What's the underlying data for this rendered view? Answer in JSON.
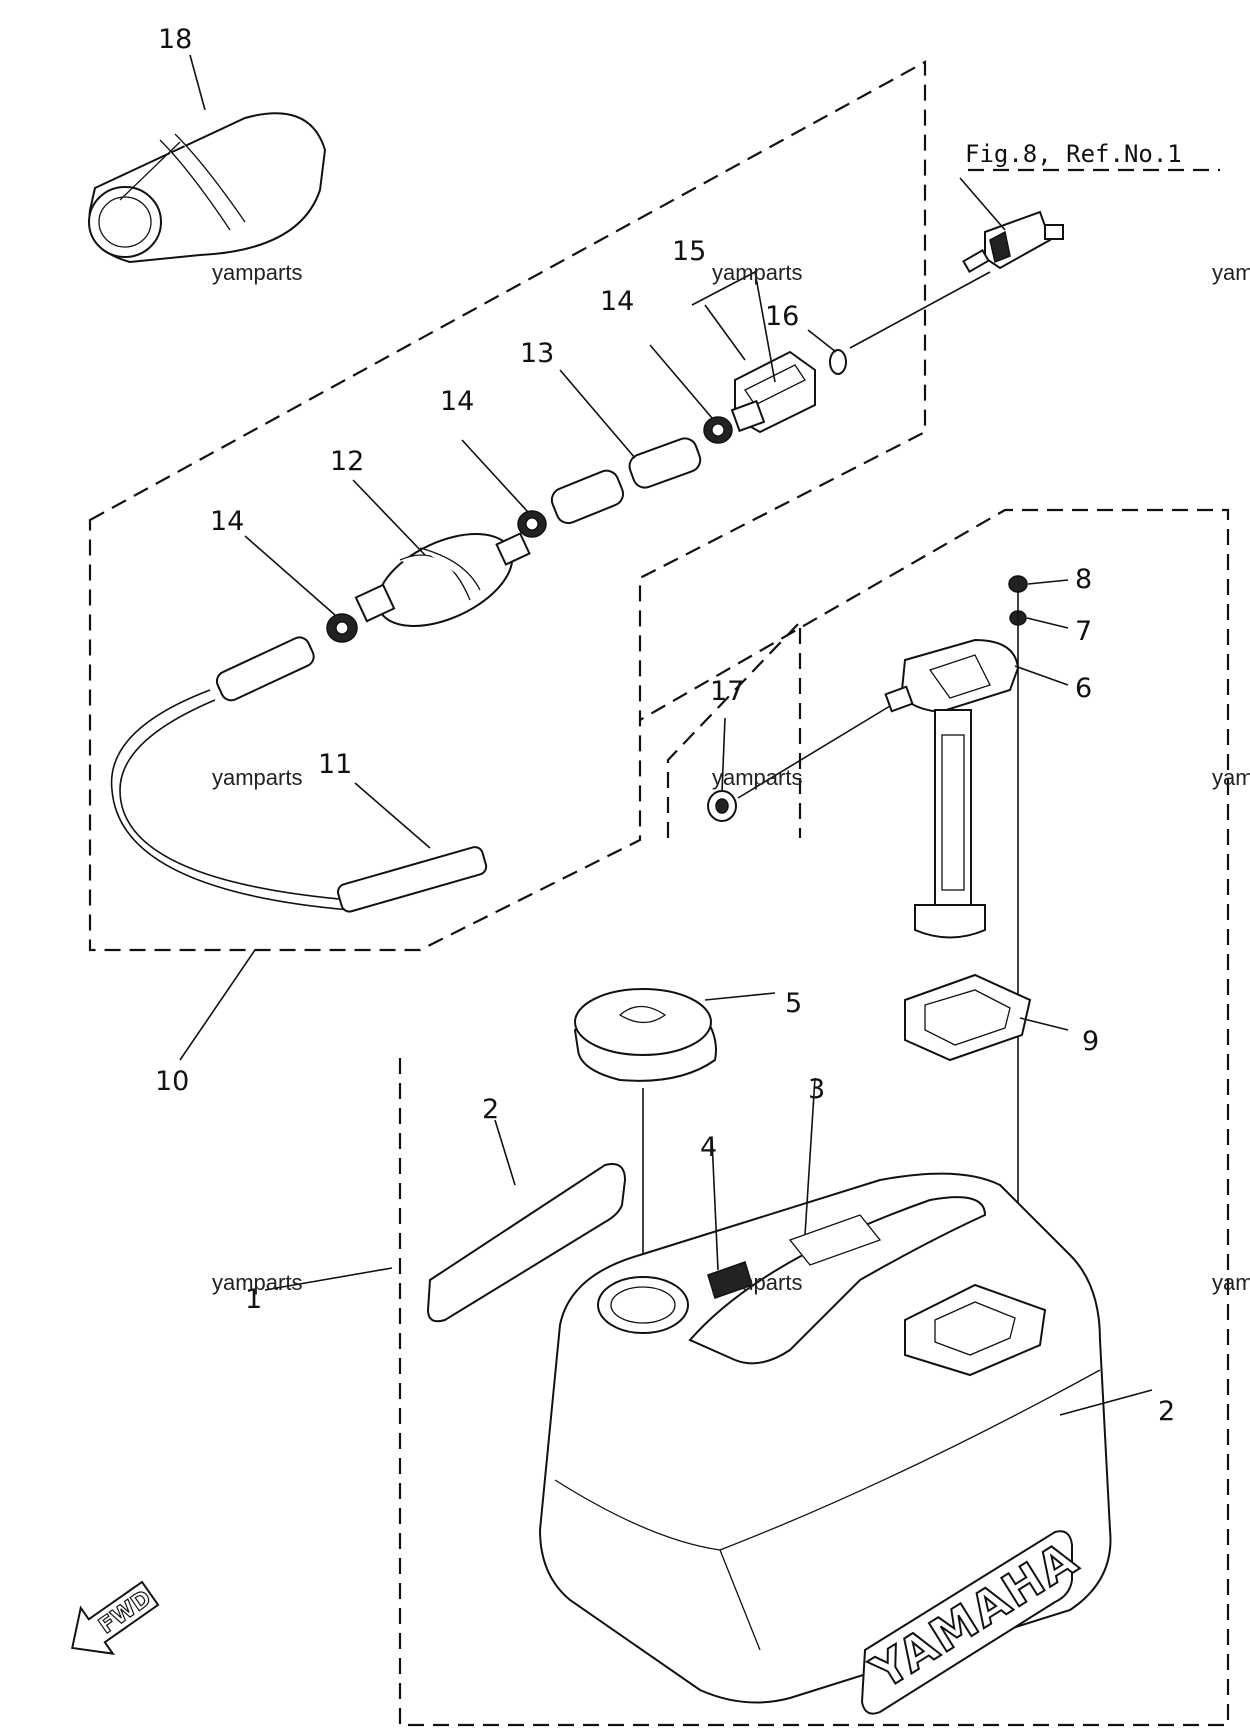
{
  "diagram": {
    "reference_label": "Fig.8, Ref.No.1",
    "watermark": "yamparts",
    "direction_label": "FWD",
    "brand_label": "YAMAHA",
    "callouts": {
      "c1": "1",
      "c2a": "2",
      "c2b": "2",
      "c3": "3",
      "c4": "4",
      "c5": "5",
      "c6": "6",
      "c7": "7",
      "c8": "8",
      "c9": "9",
      "c10": "10",
      "c11": "11",
      "c12": "12",
      "c13": "13",
      "c14a": "14",
      "c14b": "14",
      "c14c": "14",
      "c15": "15",
      "c16": "16",
      "c17": "17",
      "c18": "18"
    }
  }
}
